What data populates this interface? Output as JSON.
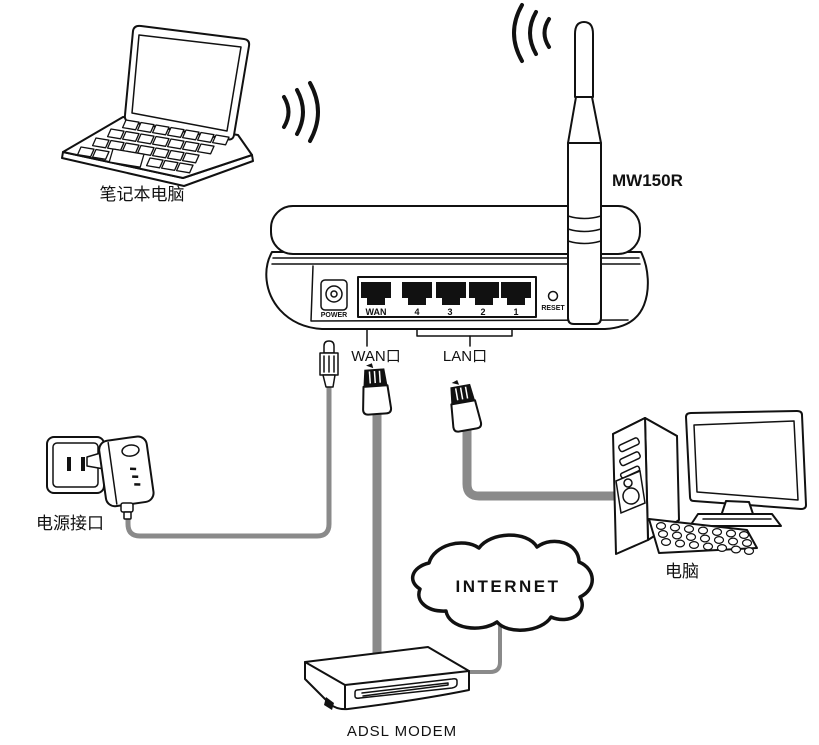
{
  "colors": {
    "background": "#ffffff",
    "line": "#111111",
    "cable": "#8a8a8a"
  },
  "labels": {
    "laptop": "笔记本电脑",
    "router_model": "MW150R",
    "wan_callout": "WAN口",
    "lan_callout": "LAN口",
    "power_outlet": "电源接口",
    "desktop": "电脑",
    "internet": "INTERNET",
    "modem": "ADSL MODEM"
  },
  "router_panel": {
    "power": "POWER",
    "wan": "WAN",
    "lan_ports": [
      "4",
      "3",
      "2",
      "1"
    ],
    "reset": "RESET"
  }
}
